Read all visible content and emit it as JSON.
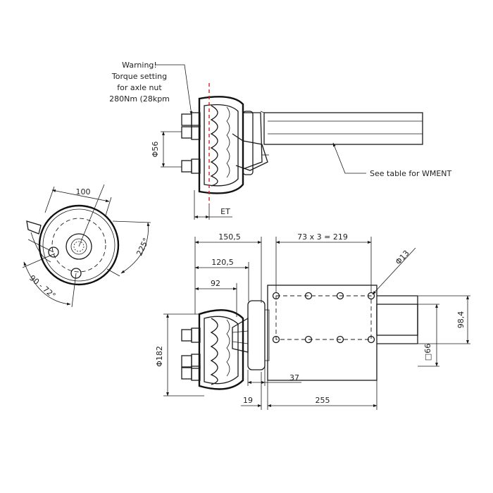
{
  "warning_note": {
    "line1": "Warning!",
    "line2": "Torque setting",
    "line3": "for axle nut",
    "line4": "280Nm (28kpm"
  },
  "callouts": {
    "see_table": "See table for WMENT",
    "et": "ET"
  },
  "dimensions": {
    "stud_circle_dia": "Φ56",
    "hub_width_100": "100",
    "angle_225": "225°",
    "angle_range": "90 - 72°",
    "overall_150": "150,5",
    "mid_120": "120,5",
    "inner_92": "92",
    "hole_spacing": "73 x 3 = 219",
    "hole_dia": "Φ13",
    "drum_dia": "Φ182",
    "beam_height": "98,4",
    "square_tube": "□66",
    "offset_37": "37",
    "flange_19": "19",
    "length_255": "255"
  },
  "colors": {
    "line": "#1a1a1a",
    "centerline_red": "#d62020",
    "drum_fill": "#ffffff"
  }
}
